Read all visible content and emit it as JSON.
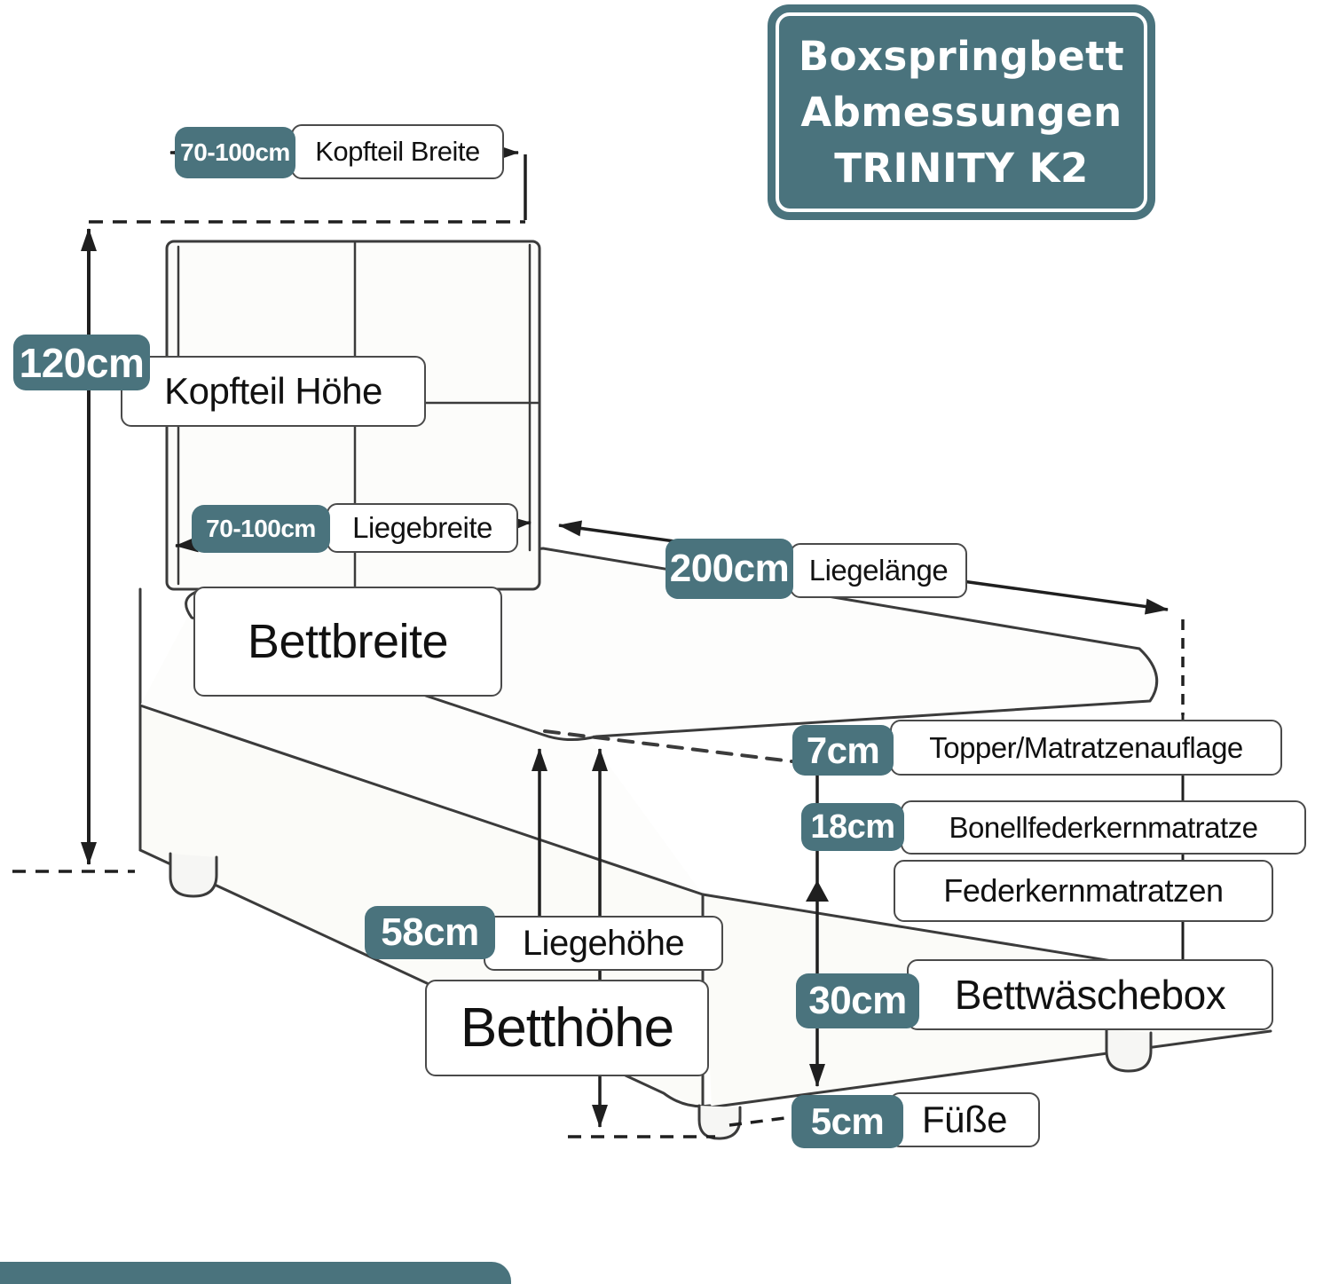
{
  "title": {
    "line1": "Boxspringbett",
    "line2": "Abmessungen",
    "line3": "TRINITY K2"
  },
  "colors": {
    "teal": "#4a737d",
    "label_border": "#4a4a4a",
    "line_art": "#3b3b3b",
    "dimension_line": "#1f1f1f",
    "text": "#111111"
  },
  "dimensions": {
    "kopfteil_breite": {
      "value": "70-100cm",
      "label": "Kopfteil Breite"
    },
    "kopfteil_hoehe": {
      "value": "120cm",
      "label": "Kopfteil Höhe"
    },
    "liegebreite": {
      "value": "70-100cm",
      "label": "Liegebreite"
    },
    "liegelaenge": {
      "value": "200cm",
      "label": "Liegelänge"
    },
    "bettbreite": {
      "label": "Bettbreite"
    },
    "topper": {
      "value": "7cm",
      "label": "Topper/Matratzenauflage"
    },
    "bonellfederkern": {
      "value": "18cm",
      "label": "Bonellfederkernmatratze"
    },
    "federkern": {
      "label": "Federkernmatratzen"
    },
    "liegehoehe": {
      "value": "58cm",
      "label": "Liegehöhe"
    },
    "betthoehe": {
      "label": "Betthöhe"
    },
    "bettwaeschebox": {
      "value": "30cm",
      "label": "Bettwäschebox"
    },
    "fuesse": {
      "value": "5cm",
      "label": "Füße"
    }
  }
}
